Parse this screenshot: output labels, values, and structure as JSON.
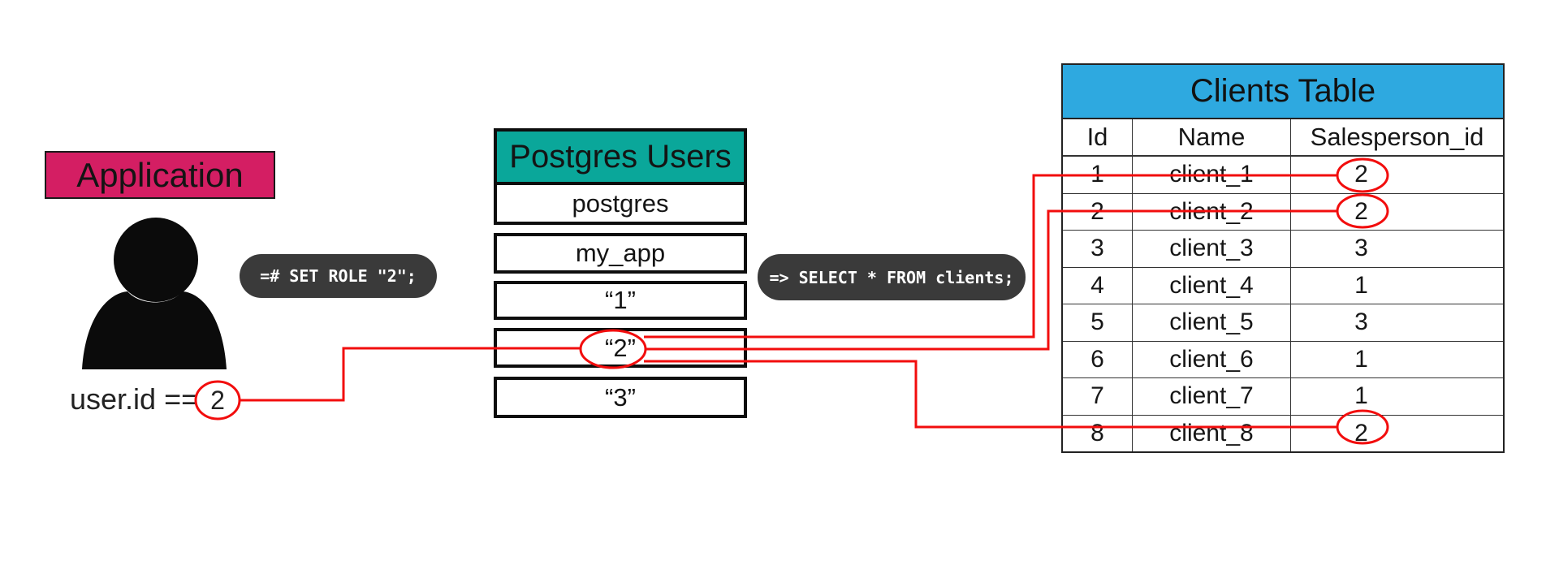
{
  "colors": {
    "pink": "#D41E63",
    "teal": "#0AA79A",
    "blue": "#2EA9E0",
    "pill_bg": "#3A3A3A",
    "red": "#F20D0D"
  },
  "application": {
    "label": "Application",
    "expression": "user.id ==",
    "expression_value": "2"
  },
  "commands": {
    "set_role": "=# SET ROLE \"2\";",
    "select_clients": "=> SELECT * FROM clients;"
  },
  "postgres_users": {
    "title": "Postgres Users",
    "rows": [
      "postgres",
      "my_app",
      "“1”",
      "“2”",
      "“3”"
    ],
    "highlighted_row": "“2”"
  },
  "clients_table": {
    "title": "Clients Table",
    "columns": [
      "Id",
      "Name",
      "Salesperson_id"
    ],
    "rows": [
      [
        "1",
        "client_1",
        "2"
      ],
      [
        "2",
        "client_2",
        "2"
      ],
      [
        "3",
        "client_3",
        "3"
      ],
      [
        "4",
        "client_4",
        "1"
      ],
      [
        "5",
        "client_5",
        "3"
      ],
      [
        "6",
        "client_6",
        "1"
      ],
      [
        "7",
        "client_7",
        "1"
      ],
      [
        "8",
        "client_8",
        "2"
      ]
    ],
    "circled_salesperson_row_numbers": [
      "1",
      "2",
      "8"
    ],
    "circled_value": "2"
  }
}
